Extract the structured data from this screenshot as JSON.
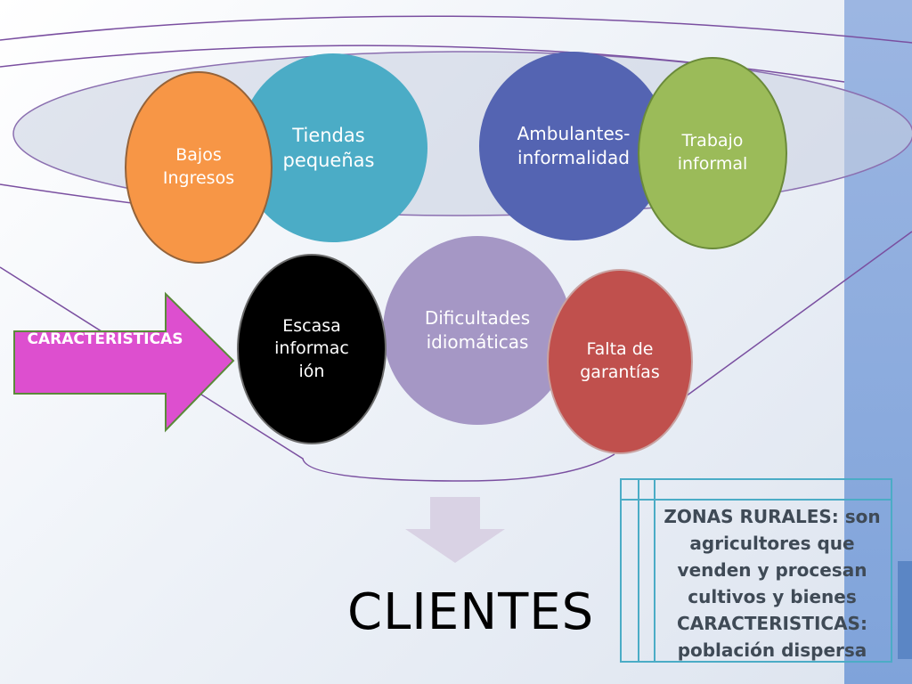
{
  "diagram": {
    "title": "CLIENTES",
    "arrow_label": "CARACTERISTICAS",
    "bubbles": {
      "tiendas": "Tiendas\npequeñas",
      "ambulantes": "Ambulantes-\ninformalidad",
      "bajos": "Bajos\nIngresos",
      "trabajo": "Trabajo\ninformal",
      "dificultades": "Dificultades\nidiomáticas",
      "escasa": "Escasa\ninformac\nión",
      "falta": "Falta de\ngarantías"
    },
    "zonas": {
      "label1": "ZONAS RURALES:",
      "text1": " son agricultores que venden y procesan cultivos y bienes",
      "label2": "CARACTERISTICAS:",
      "text2": " población dispersa"
    }
  },
  "colors": {
    "tiendas": "#4bacc6",
    "ambulantes": "#5464b2",
    "bajos": "#f79646",
    "trabajo": "#9bbb59",
    "dificultades": "#a597c5",
    "escasa": "#000000",
    "falta": "#c0504d",
    "arrow": "#dd4fcf",
    "funnel_line": "#7a4fa0",
    "side_bar": "#7fa3da"
  }
}
